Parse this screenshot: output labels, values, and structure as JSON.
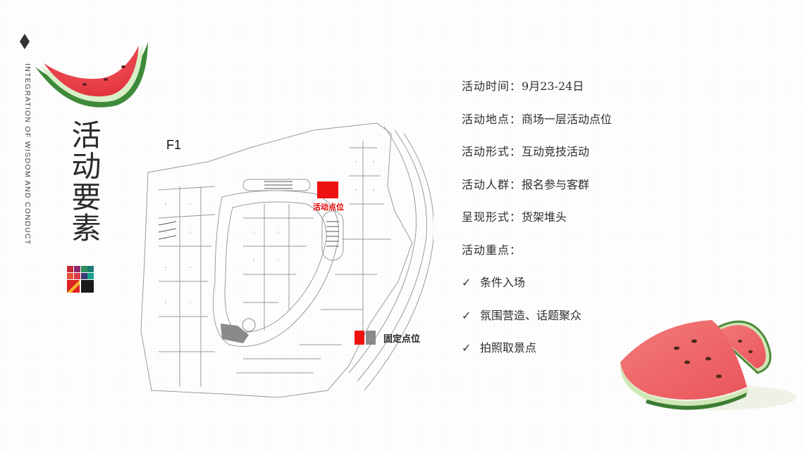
{
  "side_caption": "INTEGRATION OF WISDOM AND CONDUCT",
  "title": "活动要素",
  "floor": "F1",
  "spot_label": "活动点位",
  "legend_label": "固定点位",
  "info": [
    {
      "label": "活动时间：",
      "value": "9月23-24日"
    },
    {
      "label": "活动地点：",
      "value": "商场一层活动点位"
    },
    {
      "label": "活动形式：",
      "value": "互动竞技活动"
    },
    {
      "label": "活动人群：",
      "value": "报名参与客群"
    },
    {
      "label": "呈现形式：",
      "value": "货架堆头"
    },
    {
      "label": "活动重点：",
      "value": ""
    }
  ],
  "highlights": [
    "条件入场",
    "氛围营造、话题聚众",
    "拍照取景点"
  ],
  "check_glyph": "✓",
  "colors": {
    "spot": "#ee1111",
    "fixed_gray": "#8a8a8a"
  },
  "icons": [
    "diamond-icon",
    "mosaic-icon",
    "watermelon-slice-image",
    "watermelon-wedges-image",
    "check-icon"
  ]
}
